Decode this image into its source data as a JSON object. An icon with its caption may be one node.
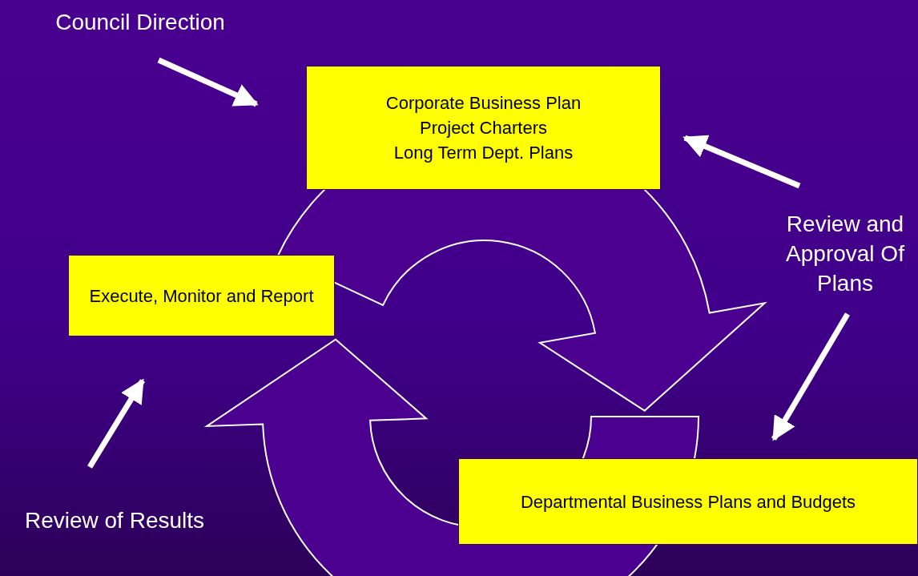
{
  "diagram": {
    "nodes": [
      {
        "text": [
          "Corporate Business Plan",
          "Project Charters",
          "Long Term Dept. Plans"
        ]
      },
      {
        "text": [
          "Execute, Monitor and Report"
        ]
      },
      {
        "text": [
          "Departmental Business Plans and Budgets"
        ]
      },
      {
        "text": [
          "Council Direction"
        ]
      },
      {
        "text": [
          "Review and Approval Of Plans"
        ]
      },
      {
        "text": [
          "Review of Results"
        ]
      }
    ],
    "edges": [
      {
        "from": 1,
        "to": 2,
        "arrow": "to",
        "style": "thick"
      },
      {
        "from": 2,
        "to": 1,
        "arrow": "to",
        "style": "thick"
      },
      {
        "from": 3,
        "to": 0,
        "arrow": "to"
      },
      {
        "from": 4,
        "to": 0,
        "arrow": "to"
      },
      {
        "from": 4,
        "to": 2,
        "arrow": "to"
      },
      {
        "from": 5,
        "to": 1,
        "arrow": "to"
      }
    ]
  }
}
